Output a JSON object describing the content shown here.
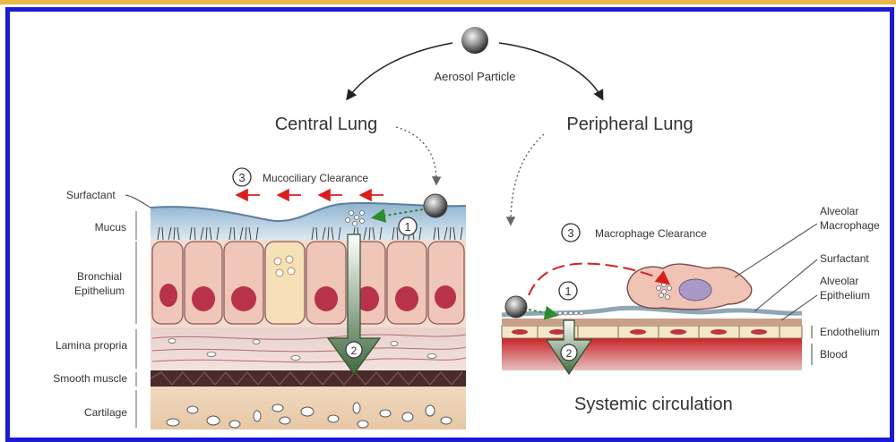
{
  "top_labels": {
    "aerosol": "Aerosol Particle",
    "central": "Central Lung",
    "peripheral": "Peripheral Lung"
  },
  "central_panel": {
    "clearance_number": "3",
    "clearance_label": "Mucociliary Clearance",
    "step1": "1",
    "step2": "2",
    "layers": [
      "Surfactant",
      "Mucus",
      "Bronchial",
      "Epithelium",
      "Lamina propria",
      "Smooth  muscle",
      "Cartilage"
    ]
  },
  "peripheral_panel": {
    "clearance_number": "3",
    "clearance_label": "Macrophage Clearance",
    "step1": "1",
    "step2": "2",
    "labels": [
      "Alveolar",
      "Macrophage",
      "Surfactant",
      "Alveolar",
      "Epithelium",
      "Endothelium",
      "Blood"
    ],
    "systemic": "Systemic circulation"
  },
  "colors": {
    "frame": "#1b1bd6",
    "top_rule": "#e8b94a",
    "mucus": "#b8cfe0",
    "epithelium": "#efc6b8",
    "nucleus": "#b8324a",
    "blood": "#b81820",
    "arrow_red": "#d81e1e",
    "arrow_green": "#2e8b2e"
  }
}
